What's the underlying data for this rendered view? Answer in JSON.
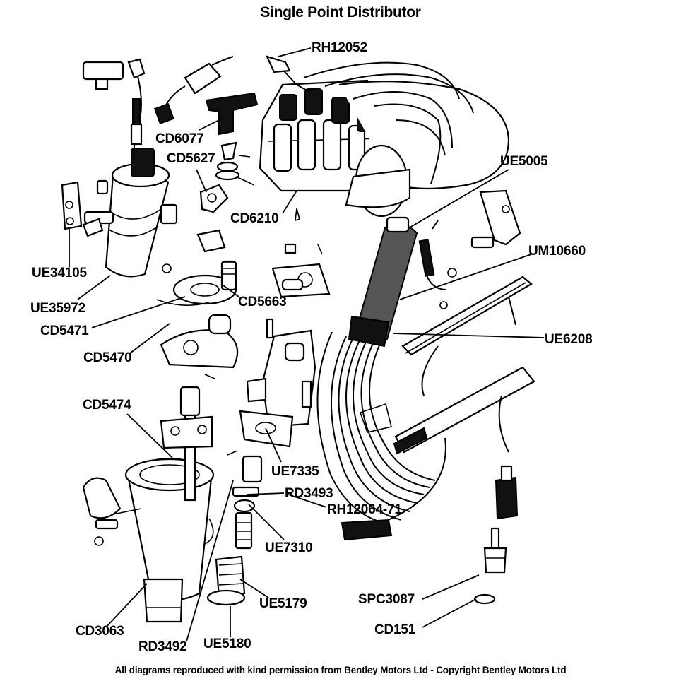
{
  "title": "Single Point Distributor",
  "footer": "All diagrams reproduced with kind permission from Bentley Motors Ltd - Copyright Bentley Motors Ltd",
  "parts": [
    {
      "id": "RH12052",
      "label": "RH12052"
    },
    {
      "id": "CD6077",
      "label": "CD6077"
    },
    {
      "id": "CD5627",
      "label": "CD5627"
    },
    {
      "id": "CD6210",
      "label": "CD6210"
    },
    {
      "id": "UE5005",
      "label": "UE5005"
    },
    {
      "id": "UM10660",
      "label": "UM10660"
    },
    {
      "id": "UE34105",
      "label": "UE34105"
    },
    {
      "id": "UE35972",
      "label": "UE35972"
    },
    {
      "id": "CD5663",
      "label": "CD5663"
    },
    {
      "id": "CD5471",
      "label": "CD5471"
    },
    {
      "id": "UE6208",
      "label": "UE6208"
    },
    {
      "id": "CD5470",
      "label": "CD5470"
    },
    {
      "id": "CD5474",
      "label": "CD5474"
    },
    {
      "id": "UE7335",
      "label": "UE7335"
    },
    {
      "id": "RD3493",
      "label": "RD3493"
    },
    {
      "id": "RH12064-71",
      "label": "RH12064-71"
    },
    {
      "id": "UE7310",
      "label": "UE7310"
    },
    {
      "id": "SPC3087",
      "label": "SPC3087"
    },
    {
      "id": "UE5179",
      "label": "UE5179"
    },
    {
      "id": "CD151",
      "label": "CD151"
    },
    {
      "id": "CD3063",
      "label": "CD3063"
    },
    {
      "id": "RD3492",
      "label": "RD3492"
    },
    {
      "id": "UE5180",
      "label": "UE5180"
    }
  ]
}
